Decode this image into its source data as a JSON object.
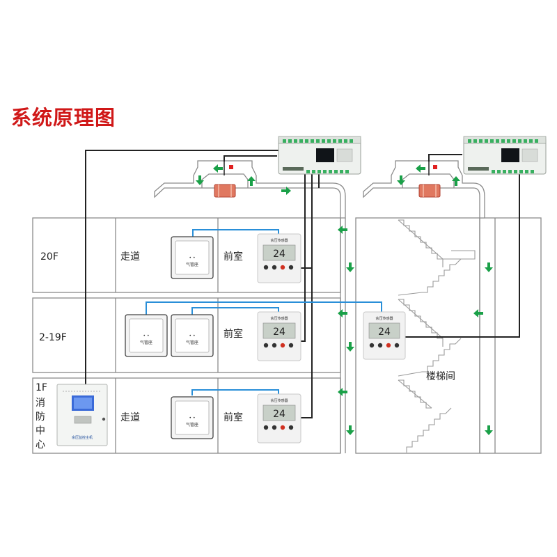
{
  "title": "系统原理图",
  "floors": {
    "top": "20F",
    "middle": "2-19F",
    "bottom_level": "1F",
    "bottom_room_chars": [
      "消",
      "防",
      "中",
      "心"
    ]
  },
  "rooms": {
    "corridor_top": "走道",
    "corridor_bottom": "走道",
    "anteroom_top": "前室",
    "anteroom_middle": "前室",
    "anteroom_bottom": "前室",
    "stairwell": "楼梯间"
  },
  "devices": {
    "outlet_label": "气管座",
    "panel_title": "余压传感器",
    "panel_reading": "24",
    "host_label": "余压监控主机"
  },
  "colors": {
    "title": "#d01818",
    "arrow": "#1aa048",
    "signal_line": "#2a8fd8",
    "control_line": "#222222",
    "valve": "#e07860",
    "module_body": "#eef1ee",
    "terminal_green": "#38b060"
  }
}
